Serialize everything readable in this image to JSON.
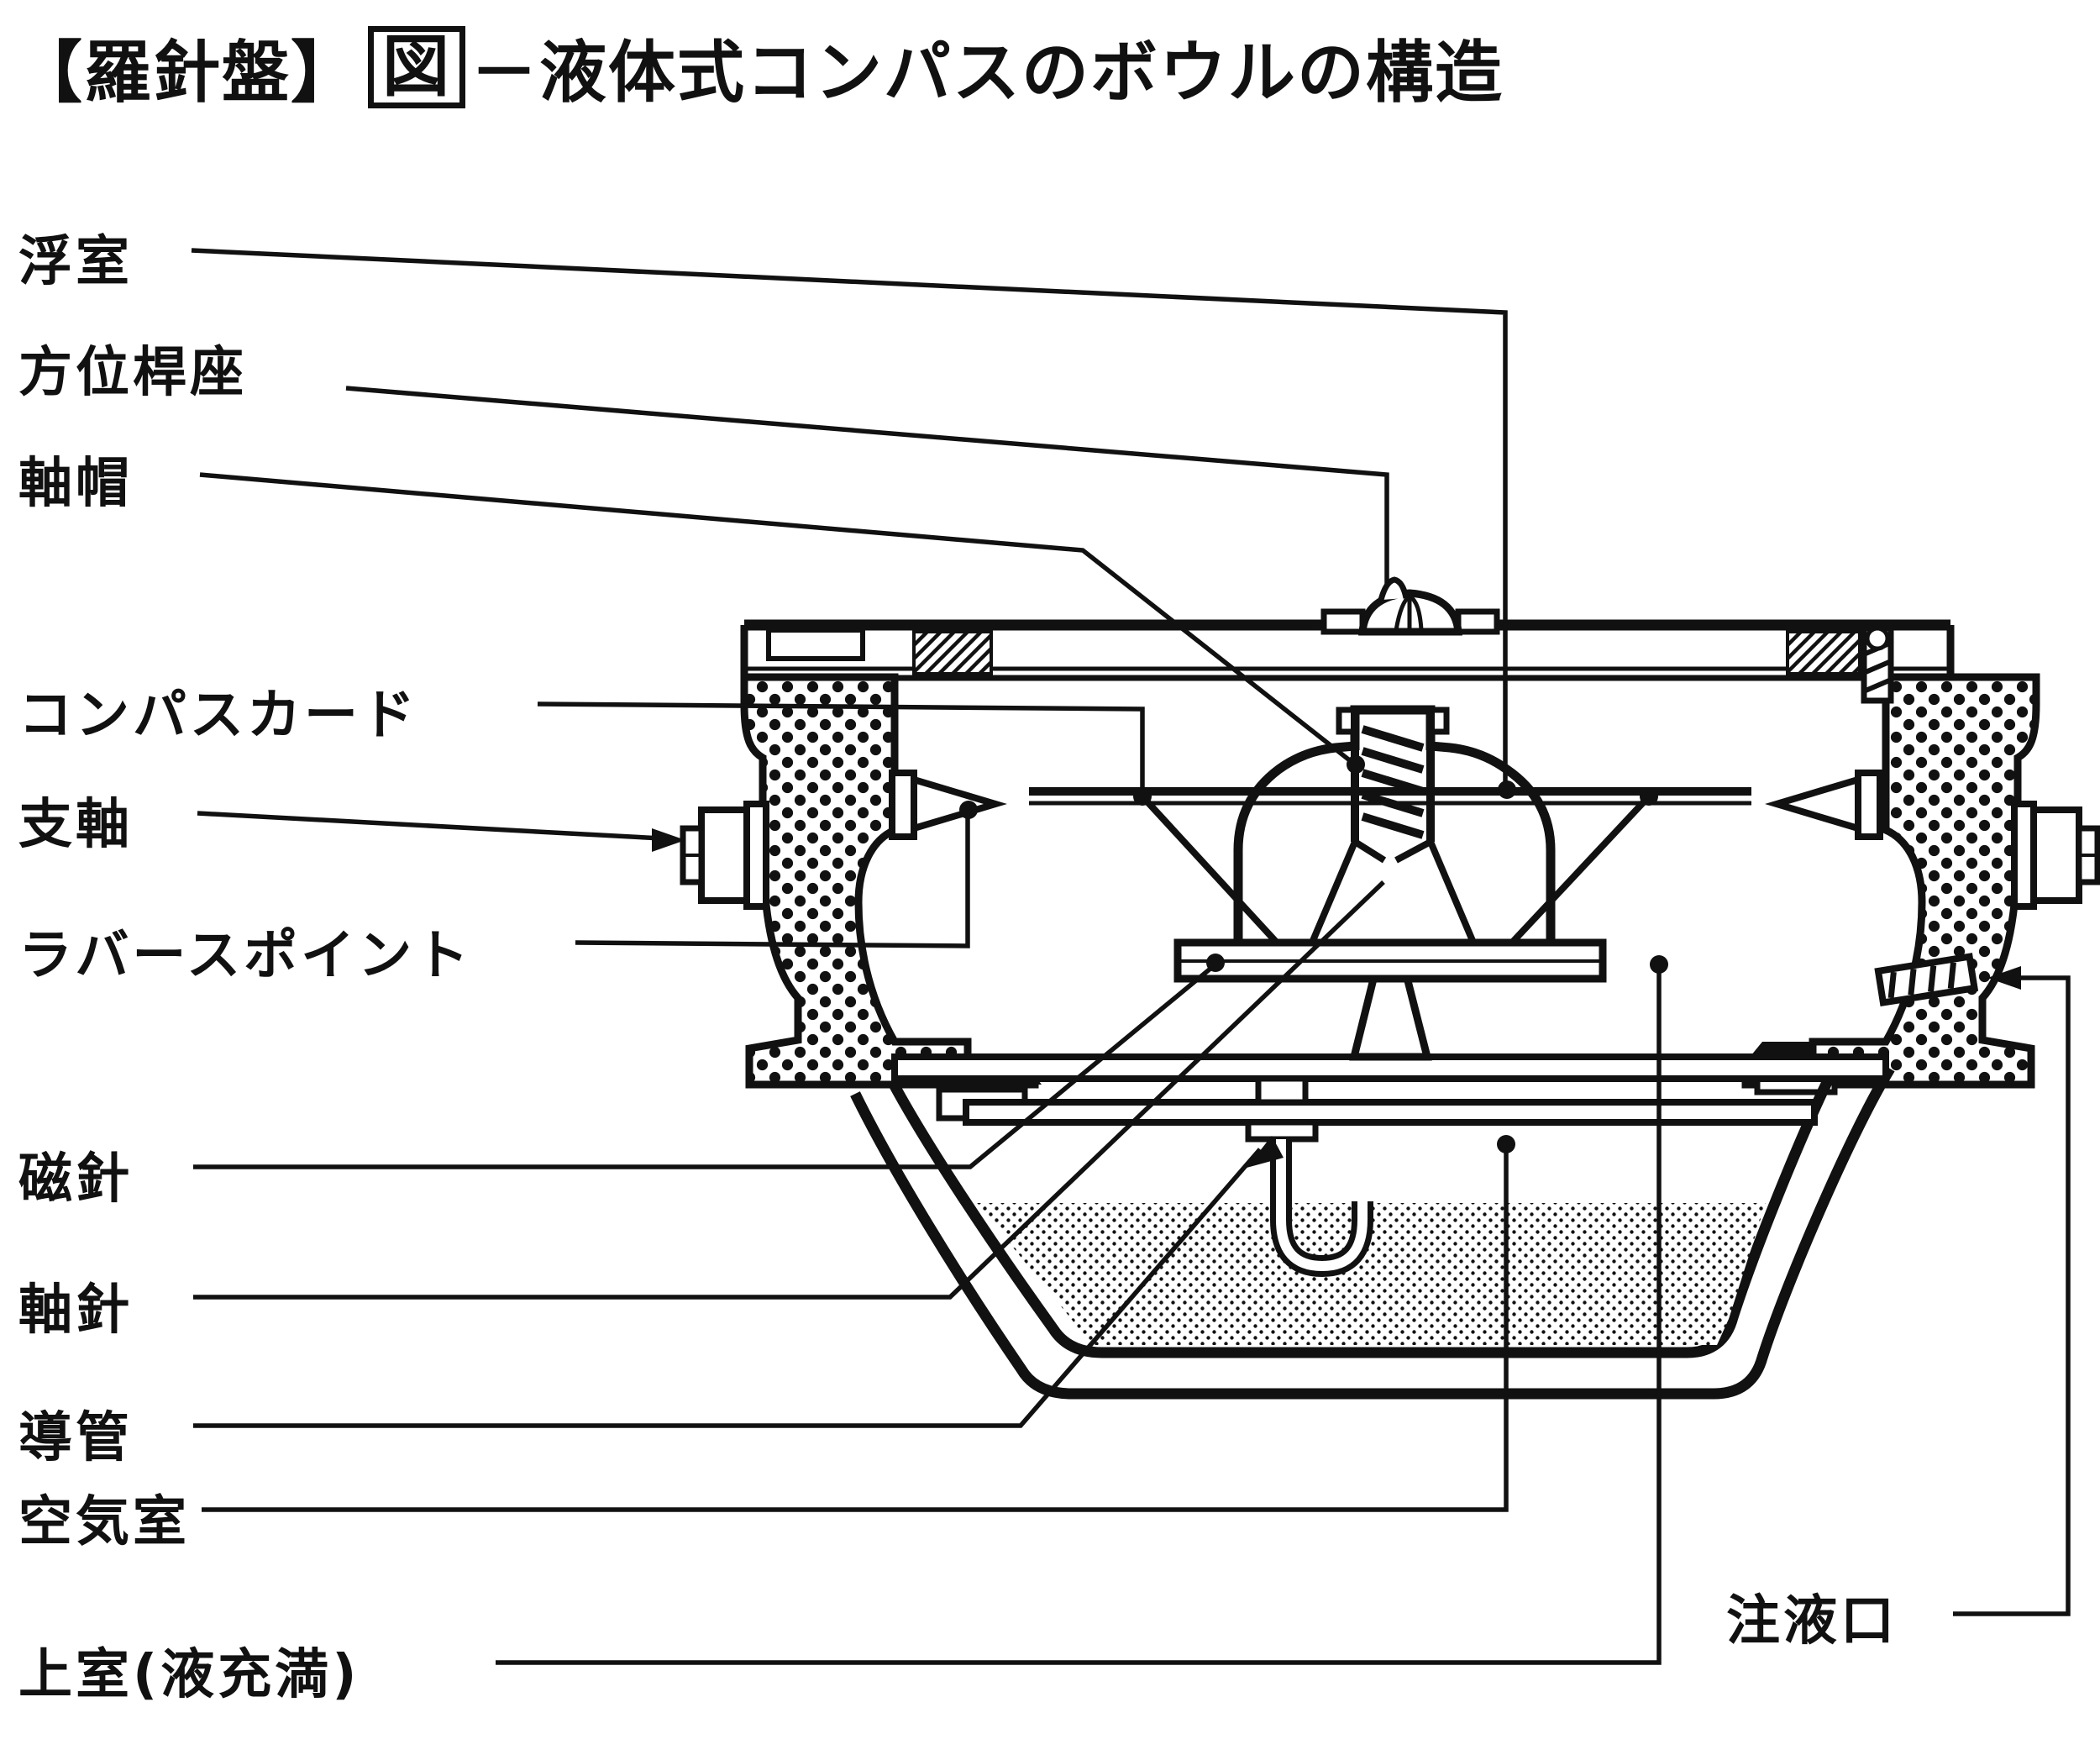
{
  "title": {
    "bracket_part": "【羅針盤】",
    "figure_char": "図",
    "rest": "－液体式コンパスのボウルの構造"
  },
  "labels": {
    "float_chamber": "浮室",
    "azimuth_rod_seat": "方位桿座",
    "pivot_cap": "軸帽",
    "compass_card": "コンパスカード",
    "support_shaft": "支軸",
    "lubber_point": "ラバースポイント",
    "magnetic_needle": "磁針",
    "pivot_needle": "軸針",
    "conduit": "導管",
    "air_chamber": "空気室",
    "upper_chamber": "上室(液充満)",
    "filling_port": "注液口"
  },
  "colors": {
    "ink": "#111111",
    "paper": "#ffffff"
  }
}
